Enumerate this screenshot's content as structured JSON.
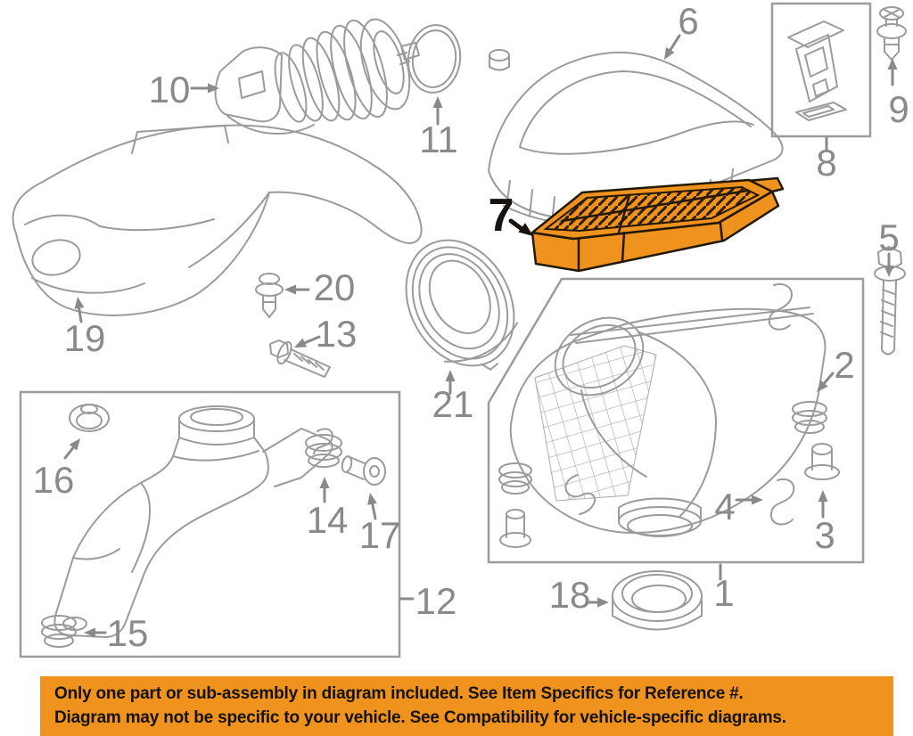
{
  "diagram": {
    "labels": {
      "p1": "1",
      "p2": "2",
      "p3": "3",
      "p4": "4",
      "p5": "5",
      "p6": "6",
      "p7": "7",
      "p8": "8",
      "p9": "9",
      "p10": "10",
      "p11": "11",
      "p12": "12",
      "p13": "13",
      "p14": "14",
      "p15": "15",
      "p16": "16",
      "p17": "17",
      "p18": "18",
      "p19": "19",
      "p20": "20",
      "p21": "21"
    }
  },
  "notice": {
    "line1": "Only one part or sub-assembly in diagram included. See Item Specifics for Reference #.",
    "line2": "Diagram may not be specific to your vehicle. See Compatibility for vehicle-specific diagrams."
  },
  "colors": {
    "line": "#9b9b9b",
    "label": "#8a8a8a",
    "highlight": "#F0921E",
    "notice_bg": "#F0921E",
    "notice_text": "#131313"
  }
}
